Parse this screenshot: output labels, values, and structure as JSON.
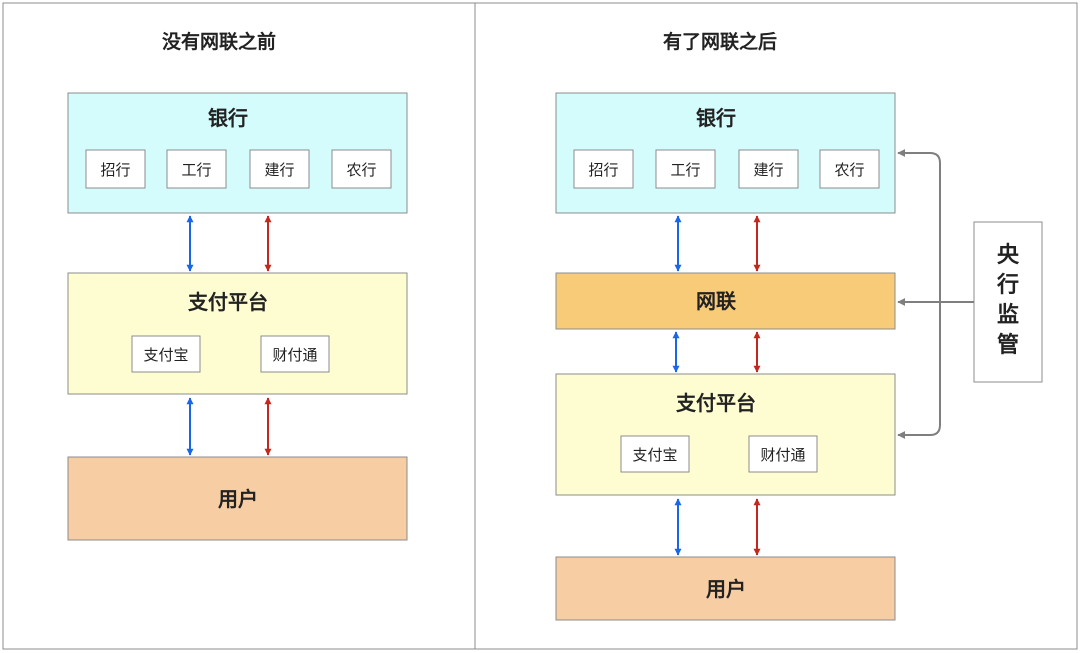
{
  "colors": {
    "bank": "#d4fcfd",
    "platform": "#fefdd2",
    "user": "#f7cda3",
    "unionpay": "#f8cb78",
    "blue_arrow": "#1a66e8",
    "red_arrow": "#c3281f",
    "gray_arrow": "#7f7f7f",
    "border": "#8c8c8c"
  },
  "left": {
    "title": "没有网联之前",
    "bank": {
      "label": "银行",
      "items": [
        "招行",
        "工行",
        "建行",
        "农行"
      ]
    },
    "platform": {
      "label": "支付平台",
      "items": [
        "支付宝",
        "财付通"
      ]
    },
    "user": {
      "label": "用户"
    }
  },
  "right": {
    "title": "有了网联之后",
    "bank": {
      "label": "银行",
      "items": [
        "招行",
        "工行",
        "建行",
        "农行"
      ]
    },
    "unionpay": {
      "label": "网联"
    },
    "platform": {
      "label": "支付平台",
      "items": [
        "支付宝",
        "财付通"
      ]
    },
    "user": {
      "label": "用户"
    },
    "regulator": {
      "chars": [
        "央",
        "行",
        "监",
        "管"
      ]
    }
  }
}
